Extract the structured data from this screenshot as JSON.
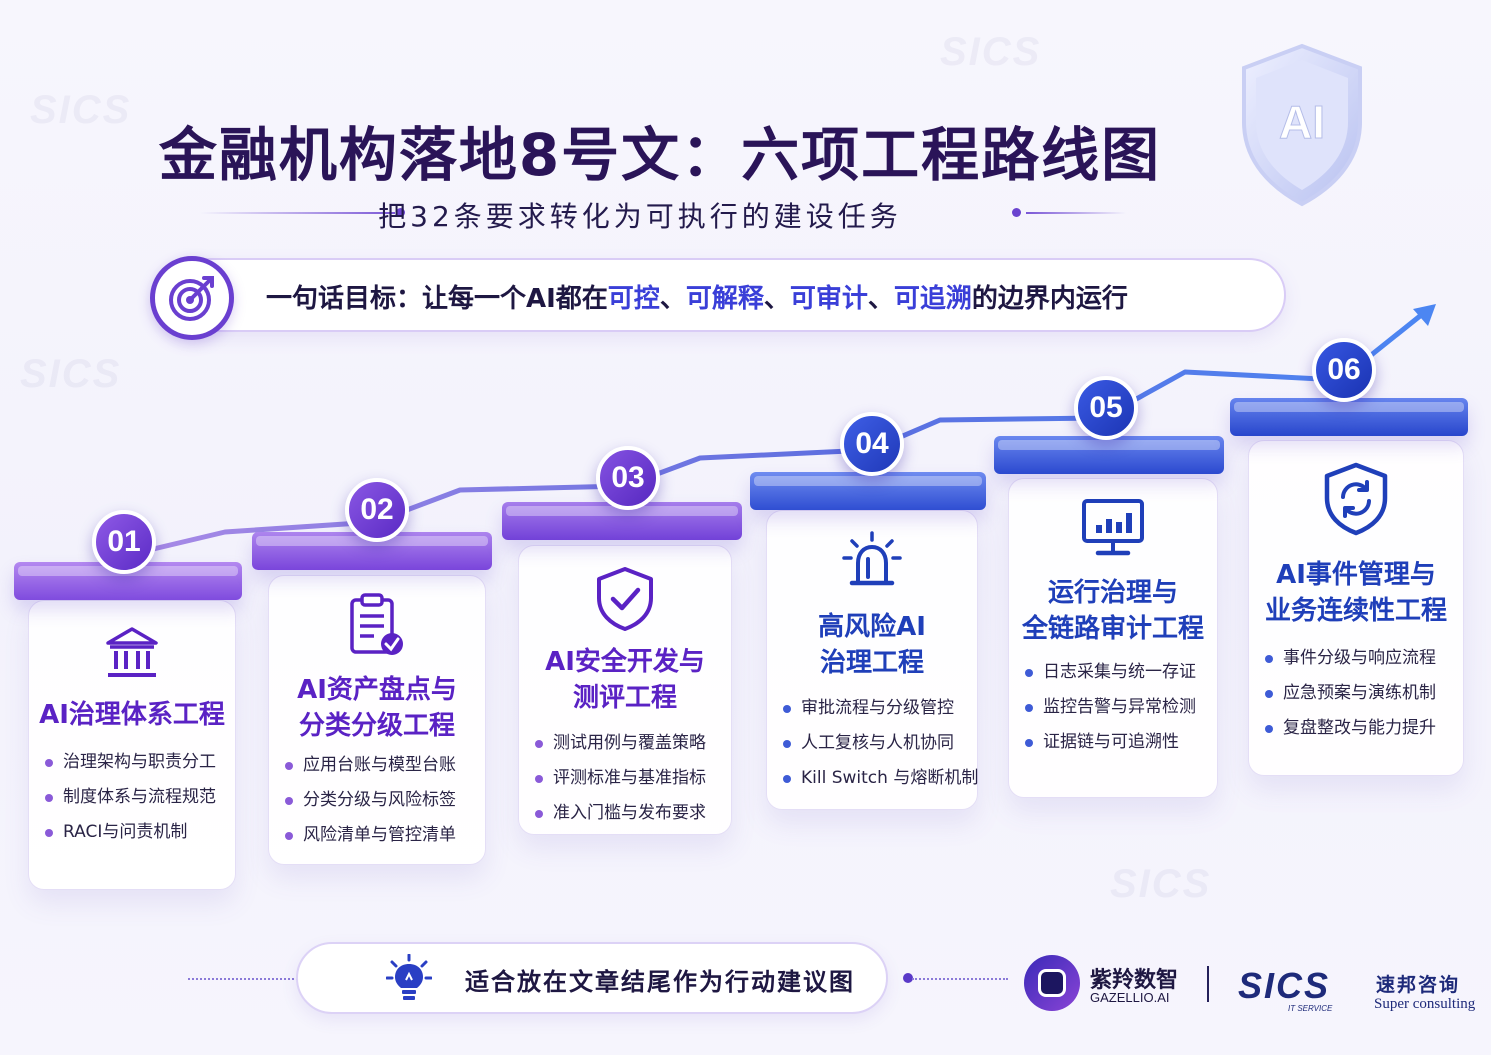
{
  "title": "金融机构落地8号文：六项工程路线图",
  "subtitle": "把32条要求转化为可执行的建设任务",
  "goal": {
    "prefix": "一句话目标：让每一个AI都在",
    "h1": "可控",
    "sep1": "、",
    "h2": "可解释",
    "sep2": "、",
    "h3": "可审计",
    "sep3": "、",
    "h4": "可追溯",
    "suffix": "的边界内运行"
  },
  "shield_label": "AI",
  "steps": [
    {
      "num": "01",
      "icon": "bank-icon",
      "title": [
        "AI治理体系工程"
      ],
      "items": [
        "治理架构与职责分工",
        "制度体系与流程规范",
        "RACI与问责机制"
      ]
    },
    {
      "num": "02",
      "icon": "clipboard-check-icon",
      "title": [
        "AI资产盘点与",
        "分类分级工程"
      ],
      "items": [
        "应用台账与模型台账",
        "分类分级与风险标签",
        "风险清单与管控清单"
      ]
    },
    {
      "num": "03",
      "icon": "shield-check-icon",
      "title": [
        "AI安全开发与",
        "测评工程"
      ],
      "items": [
        "测试用例与覆盖策略",
        "评测标准与基准指标",
        "准入门槛与发布要求"
      ]
    },
    {
      "num": "04",
      "icon": "alarm-light-icon",
      "title": [
        "高风险AI",
        "治理工程"
      ],
      "items": [
        "审批流程与分级管控",
        "人工复核与人机协同",
        "Kill Switch 与熔断机制"
      ]
    },
    {
      "num": "05",
      "icon": "monitor-chart-icon",
      "title": [
        "运行治理与",
        "全链路审计工程"
      ],
      "items": [
        "日志采集与统一存证",
        "监控告警与异常检测",
        "证据链与可追溯性"
      ]
    },
    {
      "num": "06",
      "icon": "shield-refresh-icon",
      "title": [
        "AI事件管理与",
        "业务连续性工程"
      ],
      "items": [
        "事件分级与响应流程",
        "应急预案与演练机制",
        "复盘整改与能力提升"
      ]
    }
  ],
  "bottom_note": "适合放在文章结尾作为行动建议图",
  "brand1": {
    "name": "紫羚数智",
    "en": "GAZELLIO.AI"
  },
  "brand2": {
    "logo": "SICS",
    "sub": "IT SERVICE",
    "cn": "速邦咨询",
    "en": "Super consulting"
  },
  "colors": {
    "purple": "#6a3fd0",
    "blue": "#2f46c8",
    "title": "#2a1458"
  }
}
